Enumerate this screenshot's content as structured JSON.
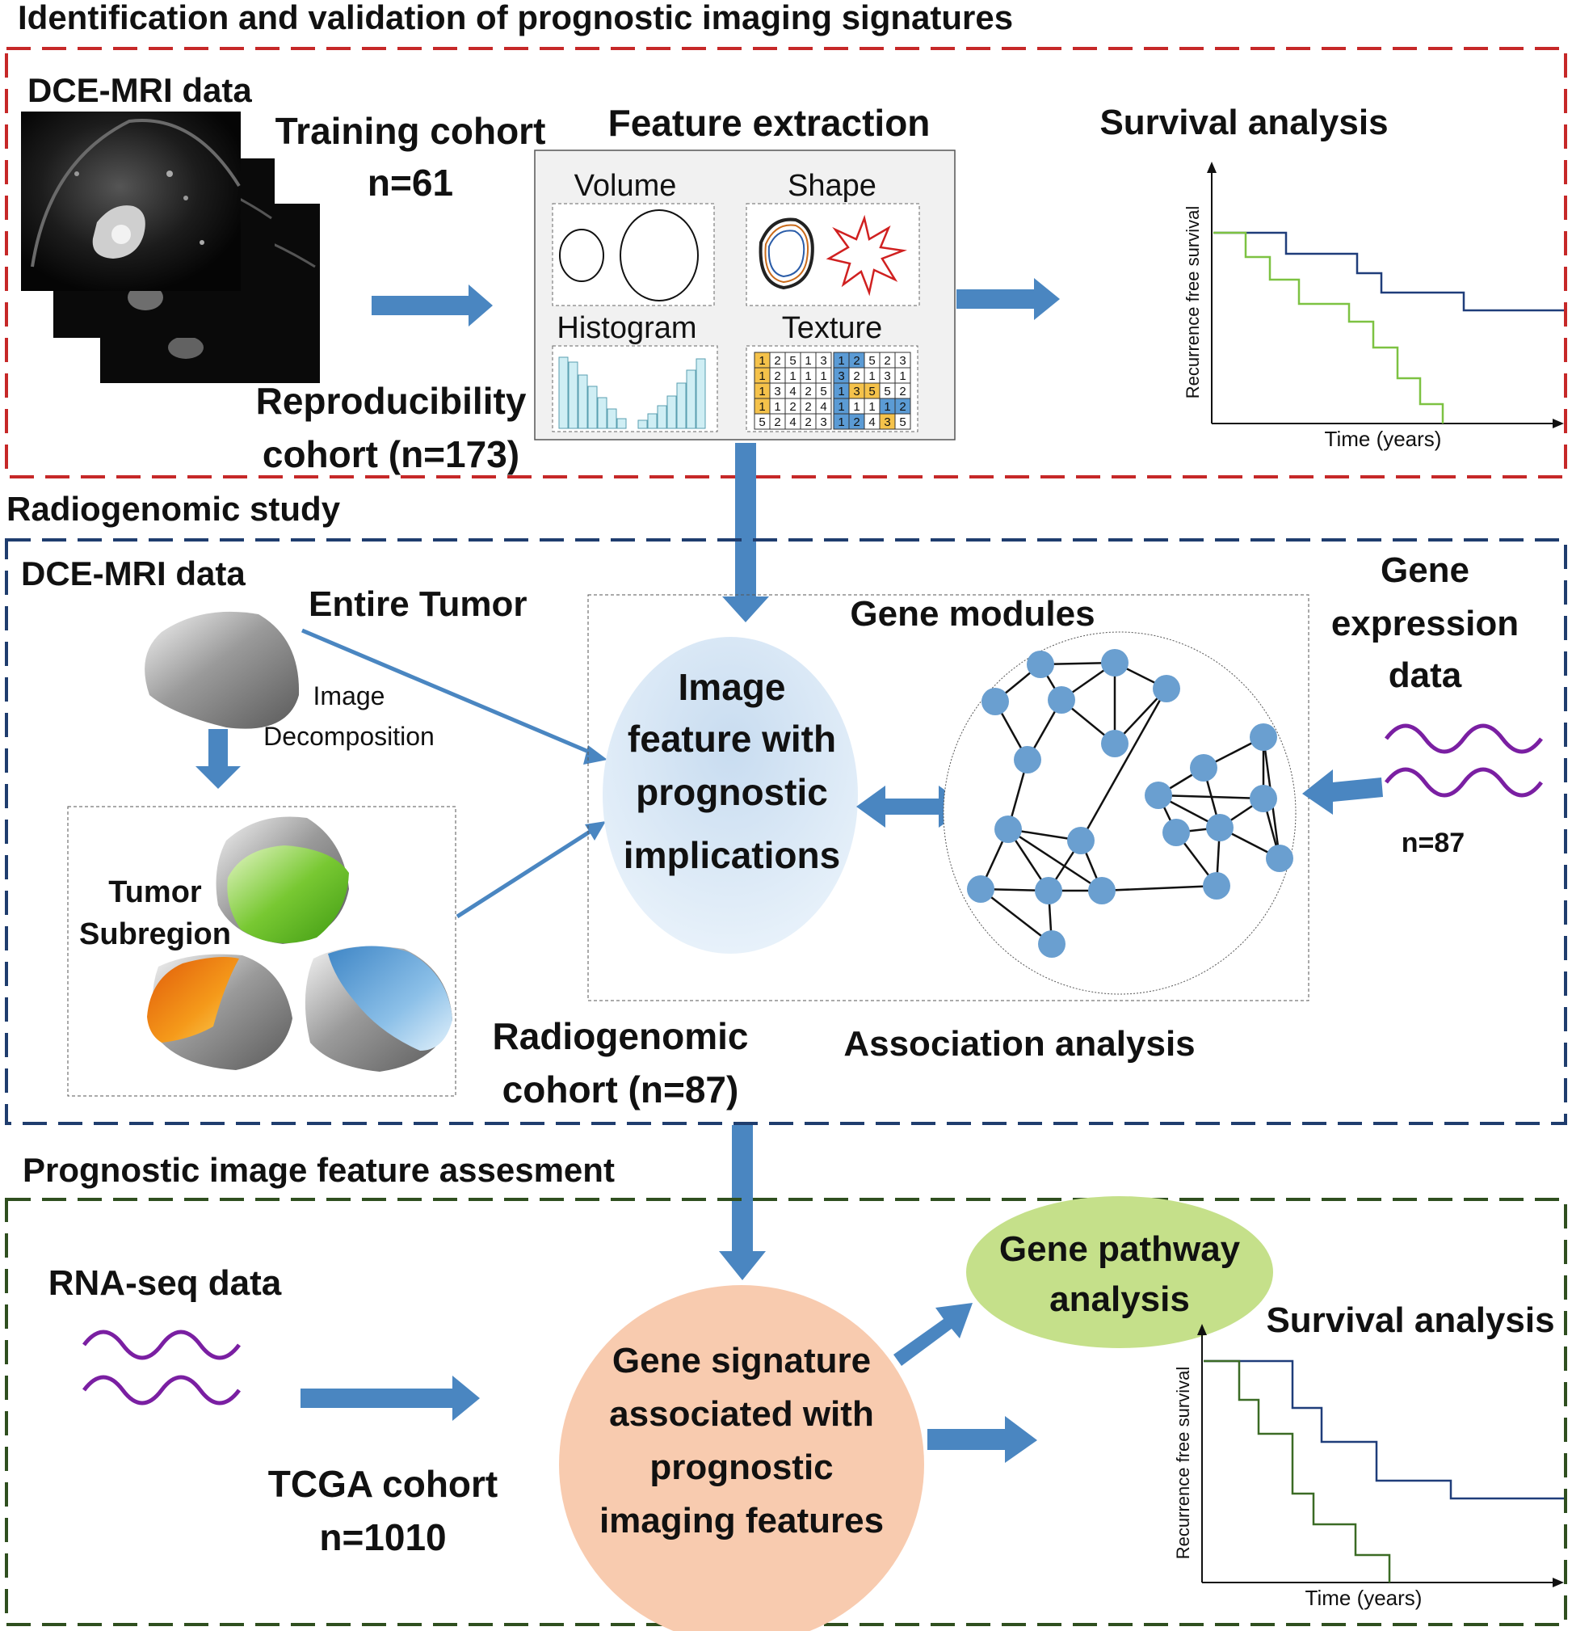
{
  "section1": {
    "title": "Identification and validation of prognostic imaging signatures",
    "dce_mri": "DCE-MRI data",
    "training_line1": "Training cohort",
    "training_line2": "n=61",
    "repro_line1": "Reproducibility",
    "repro_line2": "cohort (n=173)",
    "feature_extraction": "Feature extraction",
    "features": [
      "Volume",
      "Shape",
      "Histogram",
      "Texture"
    ],
    "survival_title": "Survival analysis",
    "ylabel": "Recurrence free survival",
    "xlabel": "Time (years)"
  },
  "texture_grid": {
    "left": [
      [
        1,
        2,
        5,
        1,
        3
      ],
      [
        1,
        2,
        1,
        1,
        1
      ],
      [
        1,
        3,
        4,
        2,
        5
      ],
      [
        1,
        1,
        2,
        2,
        4
      ],
      [
        5,
        2,
        4,
        2,
        3
      ]
    ],
    "right": [
      [
        1,
        2,
        5,
        2,
        3
      ],
      [
        3,
        2,
        1,
        3,
        1
      ],
      [
        1,
        3,
        5,
        5,
        2
      ],
      [
        1,
        1,
        1,
        1,
        2
      ],
      [
        1,
        2,
        4,
        3,
        5
      ]
    ]
  },
  "section2": {
    "title": "Radiogenomic study",
    "dce_mri": "DCE-MRI data",
    "entire_tumor": "Entire Tumor",
    "image_decomp_line1": "Image",
    "image_decomp_line2": "Decomposition",
    "tumor_subregion_line1": "Tumor",
    "tumor_subregion_line2": "Subregion",
    "center_lines": [
      "Image",
      "feature with",
      "prognostic",
      "implications"
    ],
    "gene_modules": "Gene modules",
    "gene_expr_lines": [
      "Gene",
      "expression",
      "data"
    ],
    "n87": "n=87",
    "radiogenomic_line1": "Radiogenomic",
    "radiogenomic_line2": "cohort (n=87)",
    "association": "Association analysis"
  },
  "section3": {
    "title": "Prognostic image feature assesment",
    "rna_seq": "RNA-seq data",
    "tcga_line1": "TCGA cohort",
    "tcga_line2": "n=1010",
    "signature_lines": [
      "Gene signature",
      "associated with",
      "prognostic",
      "imaging features"
    ],
    "pathway_line1": "Gene pathway",
    "pathway_line2": "analysis",
    "survival_title": "Survival analysis",
    "ylabel": "Recurrence free survival",
    "xlabel": "Time (years)"
  },
  "colors": {
    "red_border": "#c62828",
    "blue_border": "#1f3d6e",
    "green_border": "#2f4f1f",
    "arrow": "#4a86c1",
    "curve_blue": "#1f3d7a",
    "curve_green": "#7dc242",
    "curve_darkgreen": "#3b6b25",
    "purple": "#7a1fa2",
    "node": "#6a9fd0"
  }
}
